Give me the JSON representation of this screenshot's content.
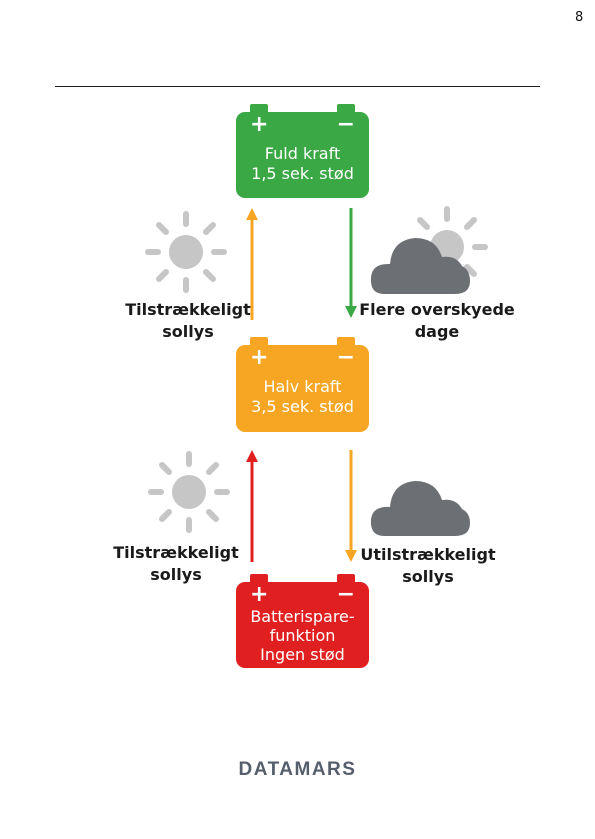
{
  "page_number": "8",
  "colors": {
    "green": "#3aa845",
    "orange": "#f6a623",
    "red": "#e02020",
    "sun": "#c6c6c6",
    "cloud": "#6c6f74"
  },
  "batteries": {
    "full": {
      "text": "Fuld kraft\n1,5 sek. stød",
      "plus": "+",
      "minus": "−"
    },
    "half": {
      "text": "Halv kraft\n3,5 sek. stød",
      "plus": "+",
      "minus": "−"
    },
    "saver": {
      "text": "Batterispare-\nfunktion\nIngen stød",
      "plus": "+",
      "minus": "−"
    }
  },
  "labels": {
    "sufficient_upper": "Tilstrækkeligt\nsollys",
    "overcast": "Flere overskyede\ndage",
    "sufficient_lower": "Tilstrækkeligt\nsollys",
    "insufficient": "Utilstrækkeligt\nsollys"
  },
  "icons": {
    "upper_left": "sun-icon",
    "upper_right": "cloud-with-sun-icon",
    "lower_left": "sun-icon",
    "lower_right": "cloud-icon"
  },
  "logo": "DATAMARS"
}
